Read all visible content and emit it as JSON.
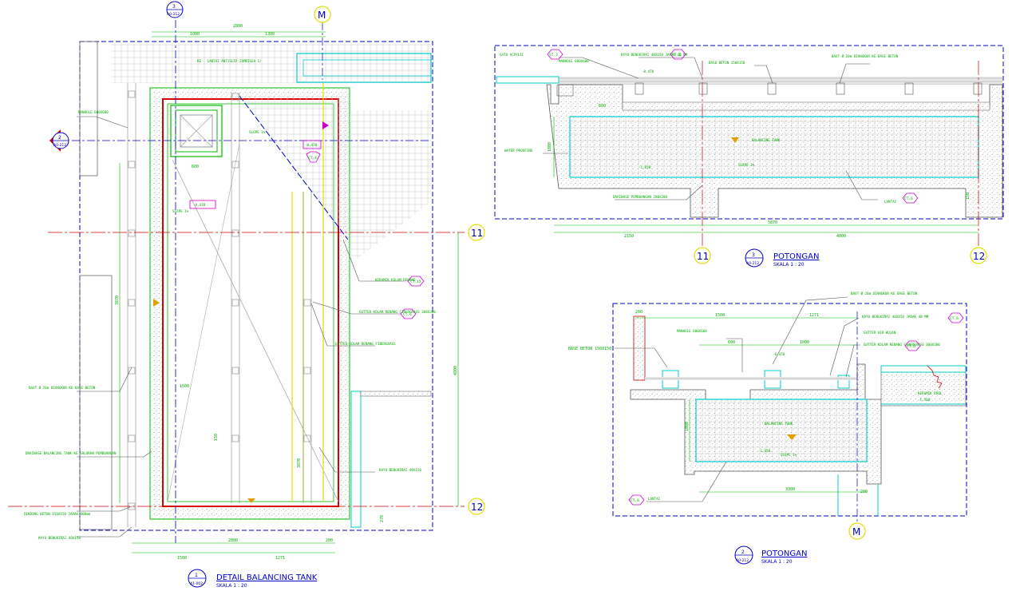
{
  "drawings": {
    "plan": {
      "number": "1",
      "title": "DETAIL BALANCING TANK",
      "sheet_ref": "A1-002",
      "scale": "SKALA 1 : 20"
    },
    "section3": {
      "number": "3",
      "title": "POTONGAN",
      "sheet_ref": "A0-212",
      "scale": "SKALA 1 : 20"
    },
    "section2": {
      "number": "2",
      "title": "POTONGAN",
      "sheet_ref": "A0-212",
      "scale": "SKALA 1 : 20"
    }
  },
  "grid_bubbles": {
    "m_top": "M",
    "eleven_plan": "11",
    "twelve_plan": "12",
    "eleven_section": "11",
    "twelve_section": "12",
    "m_bottom": "M"
  },
  "section_markers": {
    "top": {
      "number": "3",
      "sheet": "A0-212"
    },
    "left": {
      "number": "2",
      "sheet": "A0-212"
    }
  },
  "dimensions": {
    "plan_top_total": "2800",
    "plan_top_left": "1000",
    "plan_top_right": "1300",
    "plan_bottom_left": "1500",
    "plan_bottom_right": "1271",
    "plan_bottom_total": "2800",
    "plan_bottom_small": "200",
    "plan_right_total": "4800",
    "plan_left_total": "3870",
    "plan_right_small": "270",
    "plan_inner_600": "600",
    "plan_inner_1500": "1500",
    "plan_inner_150": "150",
    "plan_inner_3870": "3870",
    "sec3_total": "5870",
    "sec3_left": "2150",
    "sec3_right": "4000",
    "sec3_600": "600",
    "sec3_1000": "1000",
    "sec3_150": "150",
    "sec2_200": "200",
    "sec2_1500": "1500",
    "sec2_1271": "1271",
    "sec2_600": "600",
    "sec2_1000": "1000",
    "sec2_3300": "3300",
    "sec2_200b": "200",
    "sec2_1000v": "1000"
  },
  "levels": {
    "plan_level": "-0,470",
    "sec3_level_top": "-0,470",
    "sec3_level_bottom": "-1,650",
    "sec2_level_top": "-0,470",
    "sec2_level_bottom": "-1,650",
    "sec2_level_pool": "-1,500"
  },
  "annotations": {
    "plan": {
      "keramik_note": "KE : LANTAI ANTISLIP ZAMRISEA 1/",
      "manhole": "MANHOLE 600X600",
      "slope_top": "SLOPE 1%",
      "slope_mid": "SLOPE 1%",
      "baut": "BAUT Ø 20m DIANGKUR KE BASE BETON",
      "drainase": "DRAINASE BALANCING TANK KE SALURAN PEMBUANGAN",
      "dinding": "DINDING BETON 150X150 JARAK 400mm",
      "kayu_bawah": "KAYU BENGKIRAI 40X150",
      "kayu_kanan": "KAYU BENGKIRAI 40X150",
      "gutter_atas": "GUTTER KOLAM RENANG FIBERGRASS 300X300",
      "gutter_bawah": "GUTTER KOLAM RENANG FIBERGRASS",
      "keramik_kanan": "KERAMIK KOLAM RENANG",
      "slope_vert": "SL SLOPE",
      "dim_1500": "1500"
    },
    "section3": {
      "kayu_header": "KAYU BENGKIRAI 40X150 JARAK 40 MM",
      "baut": "BAUT Ø 20m DIANGKUR KE BASE BETON",
      "manhole": "MANHOLE 600X600",
      "base_beton": "BASE BETON 150X150",
      "waterproofing": "WATER PROOFING",
      "balancing_tank": "BALANCING TANK",
      "slope": "SLOPE 1%",
      "lantai": "LANTAI",
      "drainase": "DRAINASE PEMBUANGAN 200X200",
      "satu_acrylic": "SATU ACRYLIC"
    },
    "section2": {
      "baut": "BAUT Ø 20m DIANGKUR KE BASE BETON",
      "kayu": "KAYU BENGKIRAI 40X150 JARAK 40 MM",
      "manhole": "MANHOLE 600X600",
      "gutter_air": "GUTTER AIR HUJAN",
      "gutter_kolam": "GUTTER KOLAM RENANG FIBERGRASS 300X300",
      "base_beton": "BASE BETON 150X150",
      "balancing_tank": "BALANCING TANK",
      "slope": "SLOPE 1%",
      "lantai": "LANTAI",
      "kolam": "KERAMIK POOL"
    }
  },
  "tags": {
    "plan_tag_a": "CT.4",
    "plan_tag_b": "CT.15",
    "plan_tag_c": "CT.6",
    "sec3_tag_a": "ST.3",
    "sec3_tag_b": "CT.3",
    "sec3_tag_c": "CT.6",
    "sec2_tag_a": "CT.6",
    "sec2_tag_b": "CT.6",
    "sec2_tag_c": "CT.6"
  },
  "colors": {
    "cad_blue": "#0000cc",
    "cad_green": "#00bb00",
    "cad_red": "#dd0000",
    "cad_cyan": "#00cccc",
    "cad_magenta": "#cc00cc",
    "cad_yellow": "#e0e000",
    "cad_gray": "#999999"
  }
}
